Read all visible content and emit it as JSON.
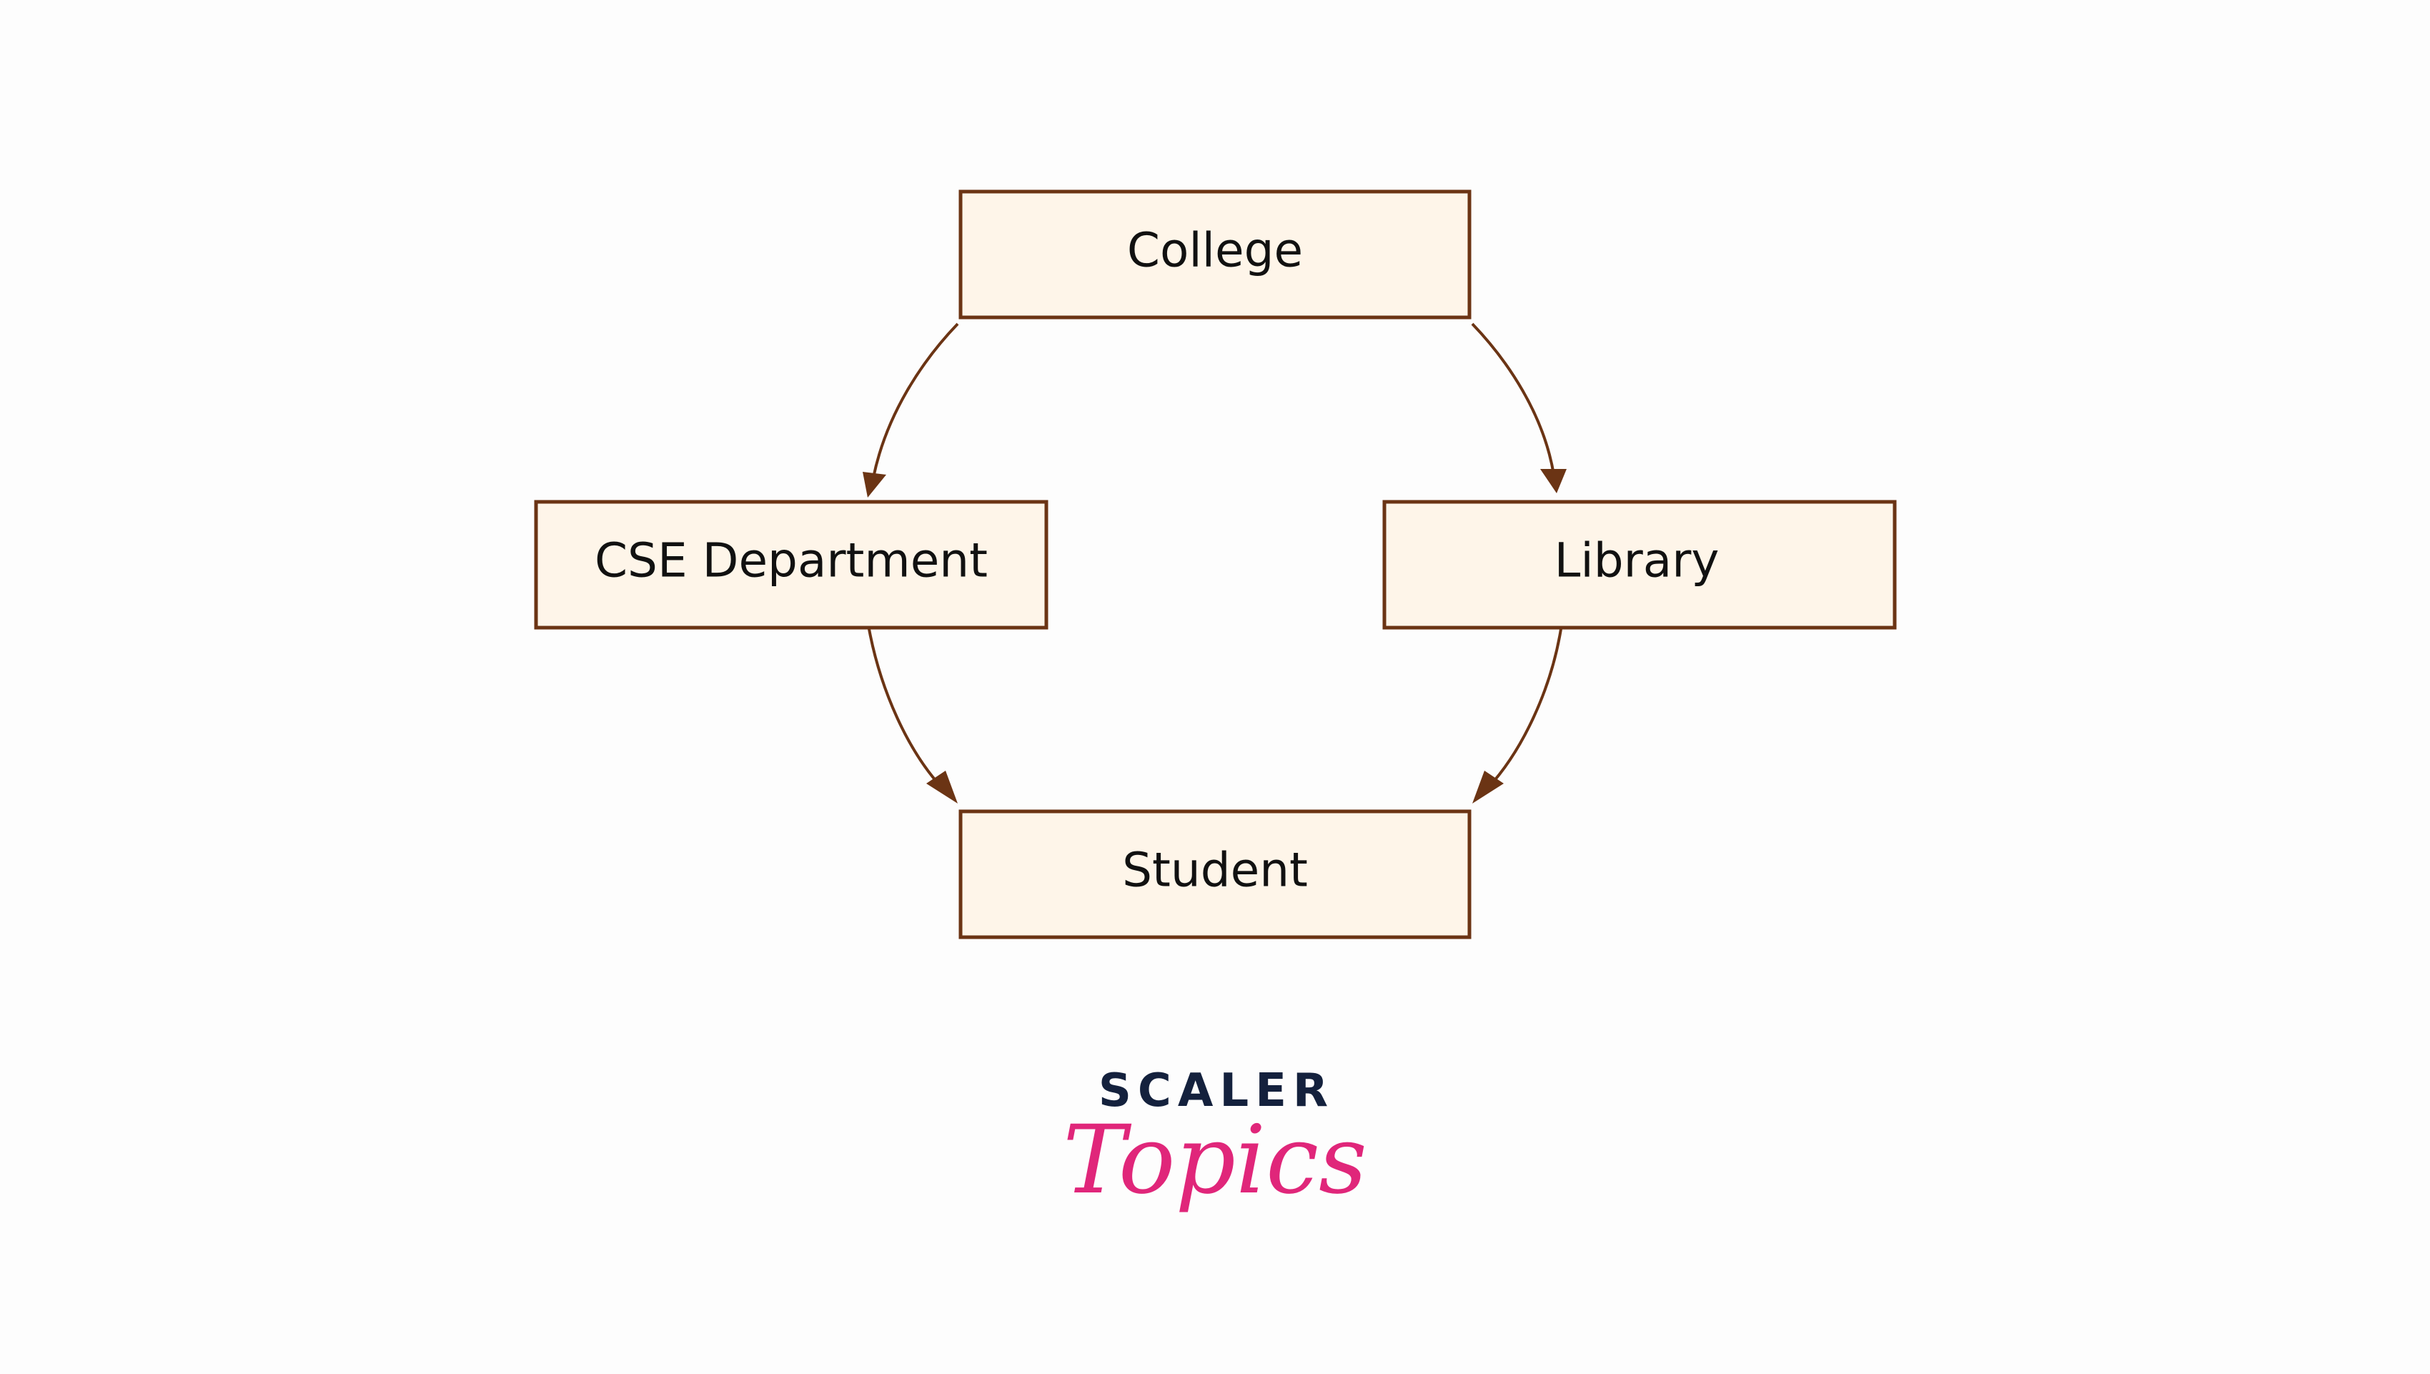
{
  "diagram": {
    "nodes": [
      {
        "id": "college",
        "label": "College"
      },
      {
        "id": "cse",
        "label": "CSE Department"
      },
      {
        "id": "library",
        "label": "Library"
      },
      {
        "id": "student",
        "label": "Student"
      }
    ],
    "edges": [
      {
        "from": "college",
        "to": "cse"
      },
      {
        "from": "college",
        "to": "library"
      },
      {
        "from": "cse",
        "to": "student"
      },
      {
        "from": "library",
        "to": "student"
      }
    ]
  },
  "logo": {
    "line1": "SCALER",
    "line2": "Topics",
    "line1_color": "#14213d",
    "line2_color": "#e0267a"
  },
  "colors": {
    "box_fill": "#fef5e9",
    "box_stroke": "#6b3414",
    "edge": "#6b3414",
    "text": "#111111"
  }
}
